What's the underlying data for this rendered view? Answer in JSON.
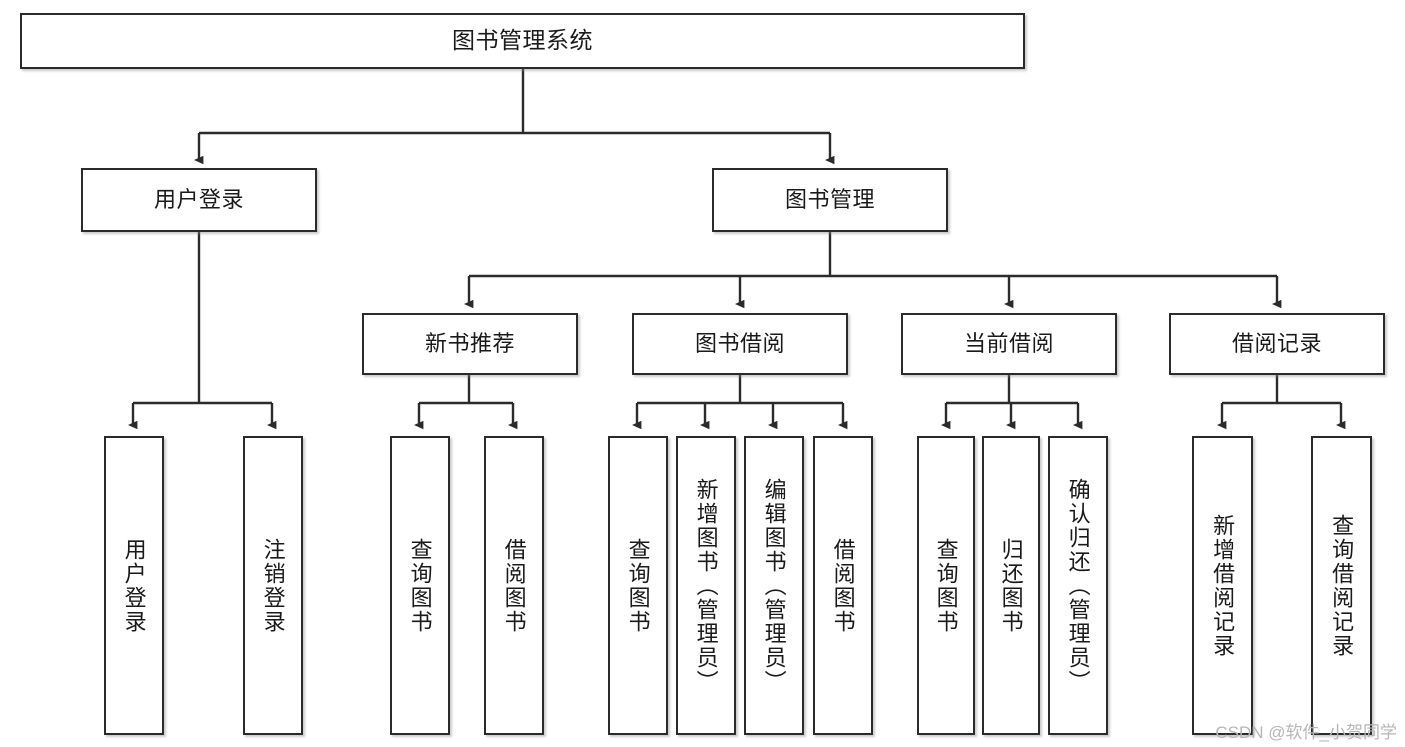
{
  "diagram": {
    "title": "图书管理系统",
    "type": "tree-hierarchy",
    "colors": {
      "box_border": "#2b2b2b",
      "box_fill": "#ffffff",
      "connector": "#2b2b2b",
      "text": "#1a1a1a",
      "watermark": "#b6b6b6",
      "background": "#ffffff"
    },
    "root": {
      "label": "图书管理系统"
    },
    "level2": [
      {
        "label": "用户登录"
      },
      {
        "label": "图书管理"
      }
    ],
    "level3": [
      {
        "label": "新书推荐"
      },
      {
        "label": "图书借阅"
      },
      {
        "label": "当前借阅"
      },
      {
        "label": "借阅记录"
      }
    ],
    "leaves": {
      "user_login": [
        {
          "label": "用户登录"
        },
        {
          "label": "注销登录"
        }
      ],
      "new_book_recommend": [
        {
          "label": "查询图书"
        },
        {
          "label": "借阅图书"
        }
      ],
      "book_borrow": [
        {
          "label": "查询图书"
        },
        {
          "label": "新增图书（管理员）"
        },
        {
          "label": "编辑图书（管理员）"
        },
        {
          "label": "借阅图书"
        }
      ],
      "current_borrow": [
        {
          "label": "查询图书"
        },
        {
          "label": "归还图书"
        },
        {
          "label": "确认归还（管理员）"
        }
      ],
      "borrow_records": [
        {
          "label": "新增借阅记录"
        },
        {
          "label": "查询借阅记录"
        }
      ]
    }
  },
  "watermark": {
    "text": "CSDN @软件_小贺同学"
  }
}
